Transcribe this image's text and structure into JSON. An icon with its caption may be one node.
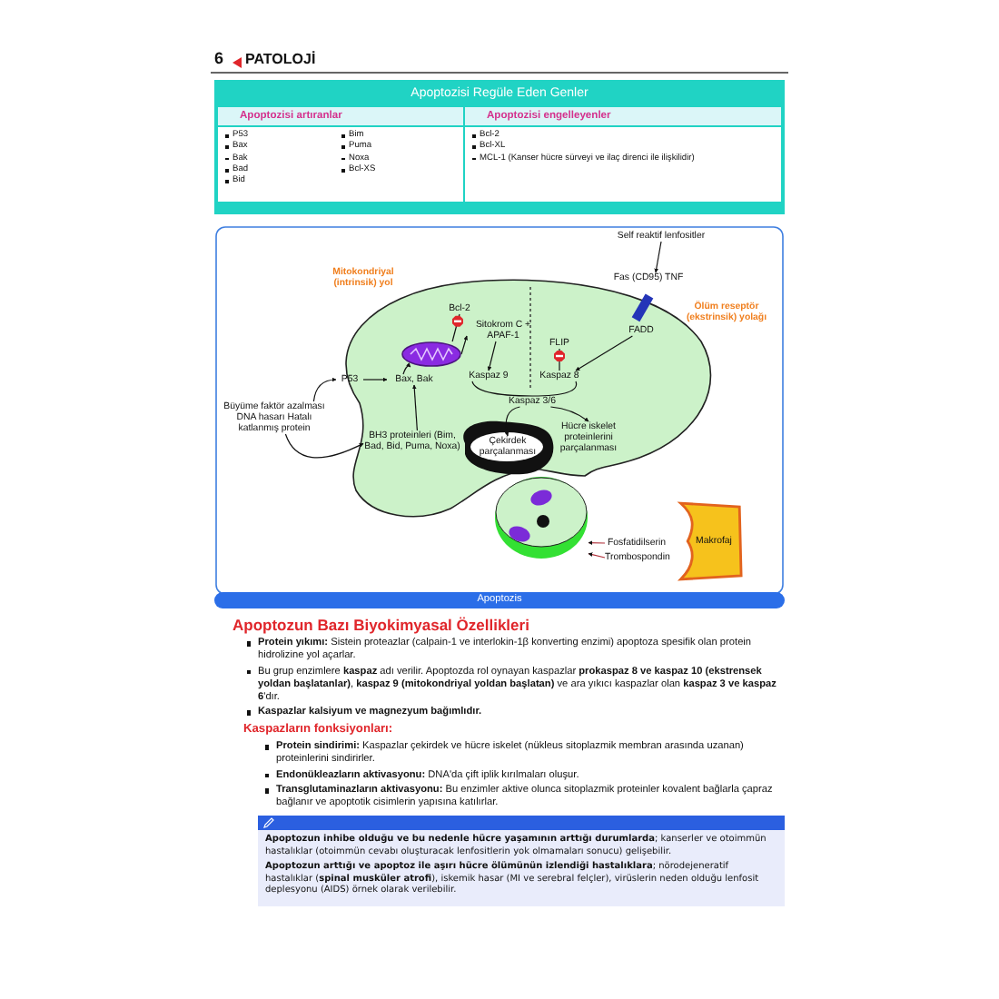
{
  "diagram": {
    "nodes": [
      {
        "text": [
          "Self reaktif lenfositler"
        ]
      },
      {
        "text": [
          "Fas (CD95) TNF"
        ]
      },
      {
        "text": [
          "FADD"
        ]
      },
      {
        "text": [
          "FLIP"
        ]
      },
      {
        "text": [
          "Kaspaz 8"
        ]
      },
      {
        "text": [
          "Bcl-2"
        ]
      },
      {
        "text": [
          "Sitokrom C + APAF-1"
        ]
      },
      {
        "text": [
          "Kaspaz 9"
        ]
      },
      {
        "text": [],
        "shape": "picture"
      },
      {
        "text": [
          "P53"
        ]
      },
      {
        "text": [
          "Bax, Bak"
        ]
      },
      {
        "text": [
          "BH3 proteinleri (Bim, Bad, Bid, Puma, Noxa)"
        ]
      },
      {
        "text": [
          "Büyüme faktör azalması DNA hasarı Hatalı katlanmış protein"
        ]
      },
      {
        "text": [
          "Kaspaz 3/6"
        ]
      },
      {
        "text": [
          "Çekirdek parçalanması"
        ]
      },
      {
        "text": [
          "Hücre iskelet proteinlerini parçalanması"
        ]
      },
      {
        "text": [],
        "shape": "picture"
      },
      {
        "text": [
          "Fosfatidilserin"
        ]
      },
      {
        "text": [
          "Trombospondin"
        ]
      },
      {
        "text": [
          "Makrofaj"
        ]
      }
    ],
    "edges": [
      {
        "from": 0,
        "to": 1,
        "arrow": "to"
      },
      {
        "from": 2,
        "to": 4,
        "arrow": "to"
      },
      {
        "from": 3,
        "to": 4,
        "arrow": "other"
      },
      {
        "from": 5,
        "to": 8,
        "arrow": "other"
      },
      {
        "from": 8,
        "to": 6,
        "arrow": "to"
      },
      {
        "from": 6,
        "to": 7,
        "arrow": "to"
      },
      {
        "from": 9,
        "to": 10,
        "arrow": "to"
      },
      {
        "from": 10,
        "to": 8,
        "arrow": "to"
      },
      {
        "from": 11,
        "to": 10,
        "arrow": "to"
      },
      {
        "from": 12,
        "to": 9,
        "arrow": "to"
      },
      {
        "from": 12,
        "to": 11,
        "arrow": "to"
      },
      {
        "from": 7,
        "to": 13,
        "arrow": "none"
      },
      {
        "from": 4,
        "to": 13,
        "arrow": "none"
      },
      {
        "from": 13,
        "to": 14,
        "arrow": "to"
      },
      {
        "from": 13,
        "to": 15,
        "arrow": "to"
      },
      {
        "from": 17,
        "to": 16,
        "arrow": "to",
        "color": "#b0303a"
      },
      {
        "from": 18,
        "to": 16,
        "arrow": "to",
        "color": "#b0303a"
      }
    ],
    "labels": [
      "6",
      "PATOLOJİ",
      "Apoptozisi Regüle Eden Genler",
      "Apoptozisi artıranlar",
      "Apoptozisi engelleyenler",
      "P53",
      "Bax",
      "Bak",
      "Bad",
      "Bid",
      "Bim",
      "Puma",
      "Noxa",
      "Bcl-XS",
      "Bcl-2",
      "Bcl-XL",
      "MCL-1 (Kanser hücre sürveyi ve ilaç direnci ile ilişkilidir)",
      "Mitokondriyal (intrinsik) yol",
      "Ölüm reseptör (ekstrinsik) yolağı",
      "Apoptozis",
      "Apoptozun Bazı Biyokimyasal Özellikleri",
      "**Protein yıkımı:** Sistein proteazlar (calpain-1 ve interlokin-1β konverting enzimi) apoptoza spesifik olan protein hidrolizine yol açarlar.",
      "Bu grup enzimlere **kaspaz** adı verilir. Apoptozda rol oynayan kaspazlar **prokaspaz 8 ve kaspaz 10 (ekstrensek yoldan başlatanlar)**, **kaspaz 9 (mitokondriyal yoldan başlatan)** ve ara yıkıcı kaspazlar olan **kaspaz 3 ve kaspaz 6**'dır.",
      "Kaspazlar kalsiyum ve magnezyum bağımlıdır.",
      "Kaspazların fonksiyonları:",
      "**Protein sindirimi:** Kaspazlar çekirdek ve hücre iskelet (nükleus sitoplazmik membran arasında uzanan) proteinlerini sindirirler.",
      "**Endonükleazların aktivasyonu:** DNA'da çift iplik kırılmaları oluşur.",
      "**Transglutaminazların aktivasyonu:** Bu enzimler aktive olunca sitoplazmik proteinler kovalent bağlarla çapraz bağlanır ve apoptotik cisimlerin yapısına katılırlar.",
      "**Apoptozun inhibe olduğu ve bu nedenle hücre yaşamının arttığı durumlarda**; kanserler ve otoimmün hastalıklar (otoimmün cevabı oluşturacak lenfositlerin yok olmamaları sonucu) gelişebilir.",
      "**Apoptozun arttığı ve apoptoz ile aşırı hücre ölümünün izlendiği hastalıklara**; nörodejeneratif hastalıklar (**spinal musküler atrofi**), iskemik hasar (MI ve serebral felçler), virüslerin neden olduğu lenfosit deplesyonu (AIDS) örnek olarak verilebilir."
    ]
  }
}
